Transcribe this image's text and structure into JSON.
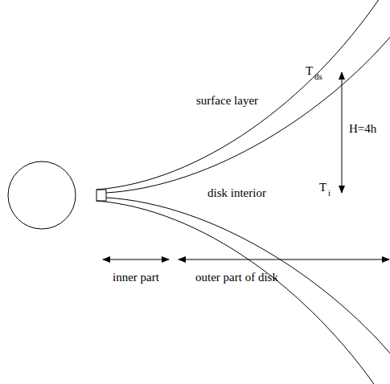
{
  "diagram": {
    "labels": [
      "T",
      "ds",
      "surface layer",
      "H=4h",
      "disk interior",
      "T",
      "i",
      "inner part",
      "outer part of disk"
    ]
  }
}
